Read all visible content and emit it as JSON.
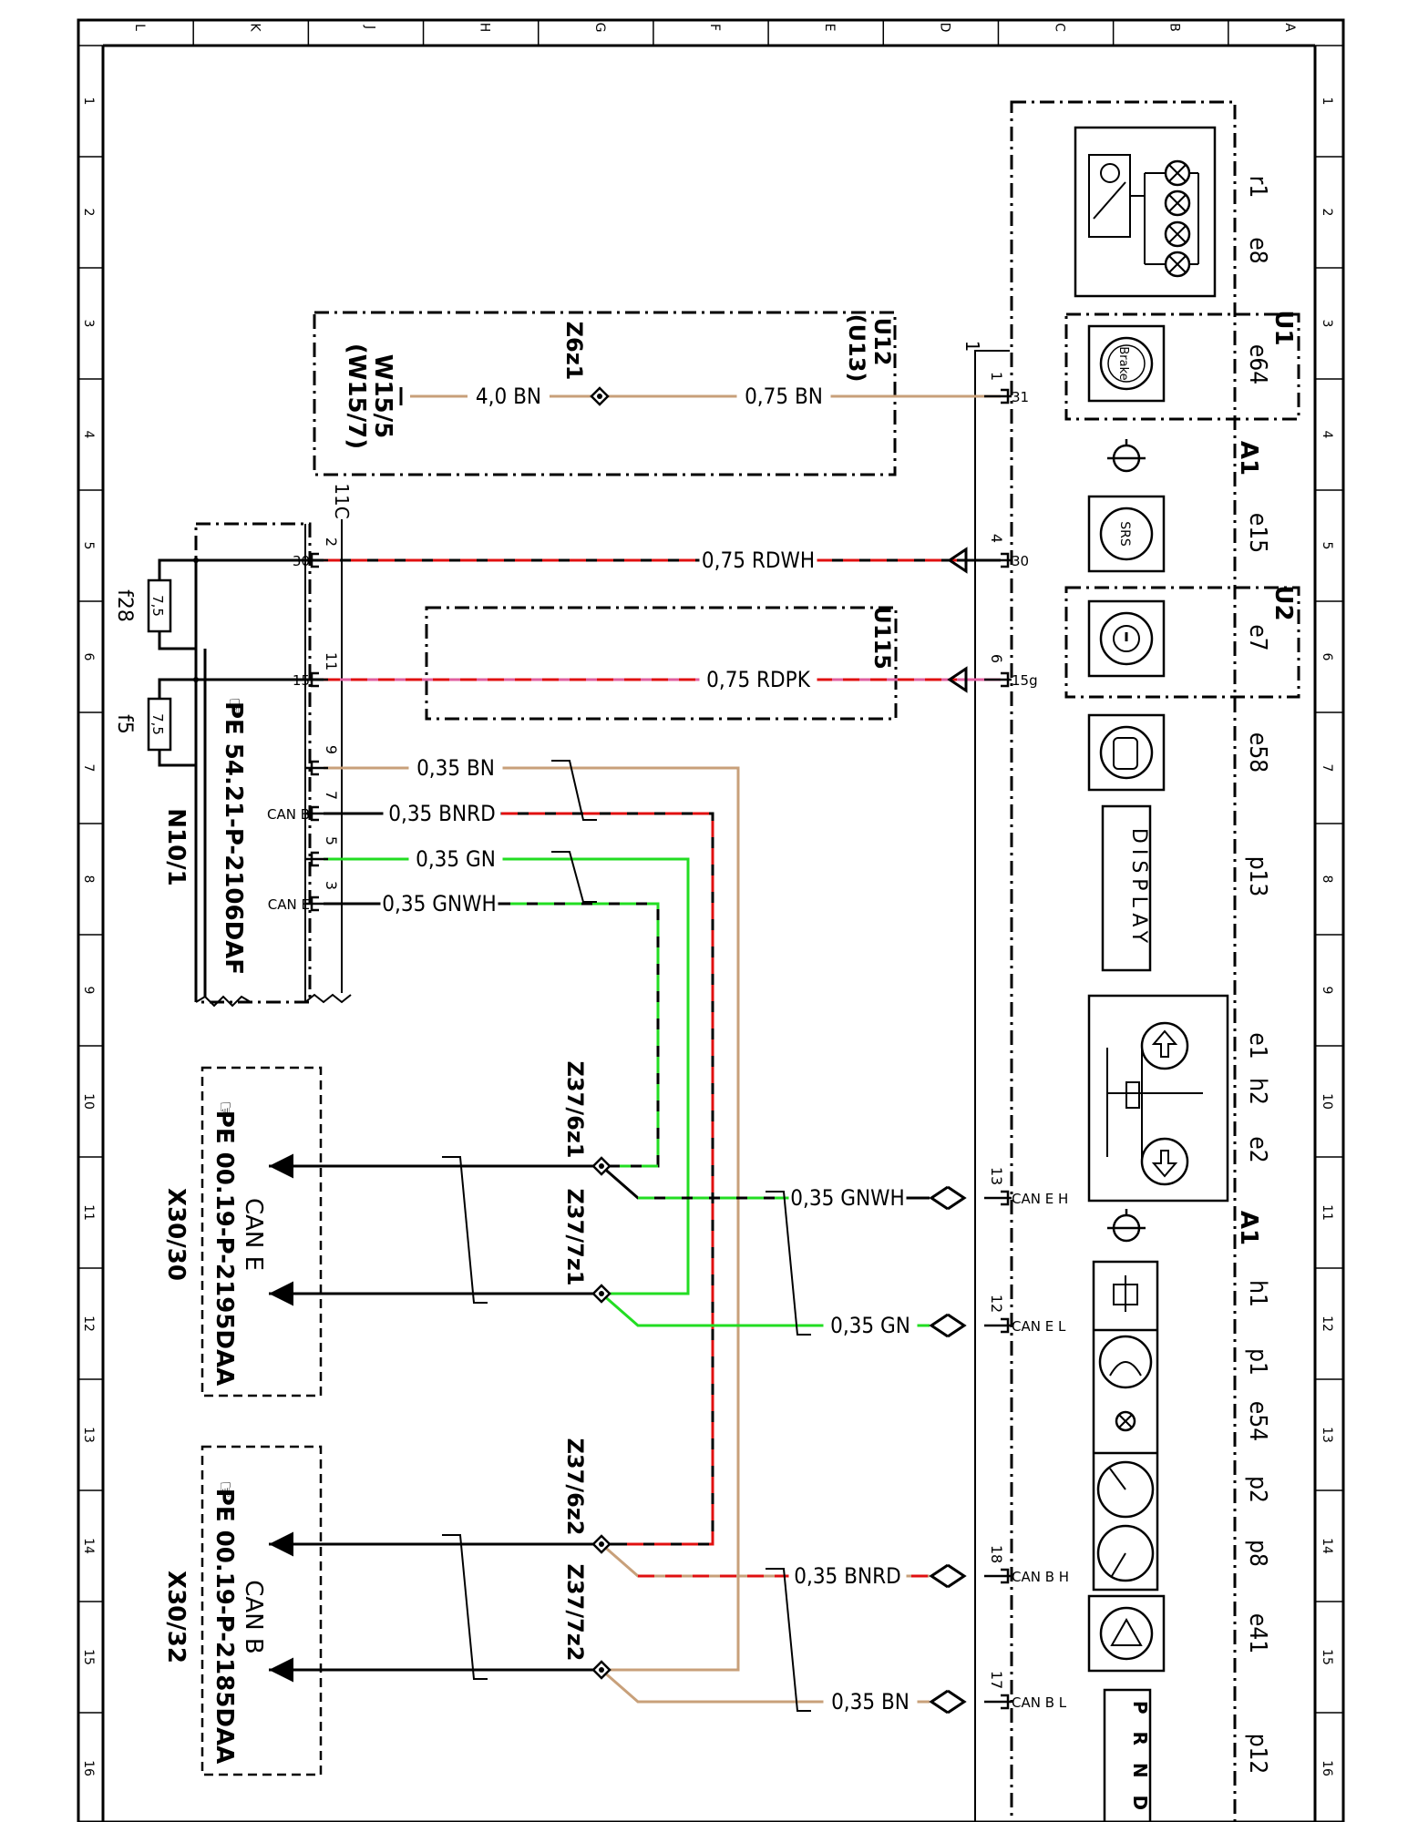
{
  "grid": {
    "columns": [
      "L",
      "K",
      "J",
      "H",
      "G",
      "F",
      "E",
      "D",
      "C",
      "B",
      "A"
    ],
    "rows": [
      "1",
      "2",
      "3",
      "4",
      "5",
      "6",
      "7",
      "8",
      "9",
      "10",
      "11",
      "12",
      "13",
      "14",
      "15",
      "16"
    ]
  },
  "components": {
    "a1_upper": "A1",
    "a1_lower": "A1",
    "u1": "U1",
    "u2": "U2",
    "u12": "U12",
    "u12_sub": "(U13)",
    "u115": "U115",
    "w15": "W15/5",
    "w15_sub": "(W15/7)",
    "z6z1": "Z6z1",
    "z37_6z1": "Z37/6z1",
    "z37_7z1": "Z37/7z1",
    "z37_6z2": "Z37/6z2",
    "z37_7z2": "Z37/7z2",
    "n10": "N10/1",
    "n10_ref": "PE 54.21-P-2106DAF",
    "can_e_box": "CAN E",
    "can_e_ref": "PE 00.19-P-2195DAA",
    "can_e_conn": "X30/30",
    "can_b_box": "CAN B",
    "can_b_ref": "PE 00.19-P-2185DAA",
    "can_b_conn": "X30/32",
    "conn_11c": "11C",
    "conn_1": "1",
    "f28": "f28",
    "f5": "f5",
    "fuse_rating_f28": "7,5",
    "fuse_rating_f5": "7,5"
  },
  "indicator_labels": {
    "r1": "r1",
    "e8": "e8",
    "e64": "e64",
    "e15": "e15",
    "e7": "e7",
    "e58": "e58",
    "p13": "p13",
    "e1": "e1",
    "h2": "h2",
    "e2": "e2",
    "h1": "h1",
    "p1": "p1",
    "e54": "e54",
    "p2": "p2",
    "p8": "p8",
    "e41": "e41",
    "p12": "p12"
  },
  "symbols": {
    "brake": "Brake",
    "srs": "SRS",
    "display": "DISPLAY",
    "gear": "P R N D"
  },
  "pins_right": {
    "p31": "31",
    "p30": "30",
    "p15g": "15g",
    "canEH": "CAN E H",
    "canEL": "CAN E L",
    "canBH": "CAN B H",
    "canBL": "CAN B L"
  },
  "pin_numbers_right": {
    "n1": "1",
    "n4": "4",
    "n6": "6",
    "n13": "13",
    "n12": "12",
    "n18": "18",
    "n17": "17"
  },
  "pins_left": {
    "p30": "30",
    "p15": "15",
    "canB": "CAN B",
    "canE": "CAN E"
  },
  "pin_numbers_left": {
    "n2": "2",
    "n11": "11",
    "n9": "9",
    "n7": "7",
    "n5": "5",
    "n3": "3"
  },
  "wires": {
    "w_31_right": "0,75 BN",
    "w_31_left": "4,0 BN",
    "w_30": "0,75 RDWH",
    "w_15g": "0,75 RDPK",
    "w_left_bn": "0,35 BN",
    "w_left_bnrd": "0,35 BNRD",
    "w_left_gn": "0,35 GN",
    "w_left_gnwh": "0,35 GNWH",
    "w_can_eh": "0,35 GNWH",
    "w_can_el": "0,35 GN",
    "w_can_bh": "0,35 BNRD",
    "w_can_bl": "0,35 BN"
  },
  "wire_colors": {
    "brown": "#c8a07a",
    "red": "#e01010",
    "green": "#22dd22",
    "pink": "#e060a0",
    "black": "#000000"
  }
}
